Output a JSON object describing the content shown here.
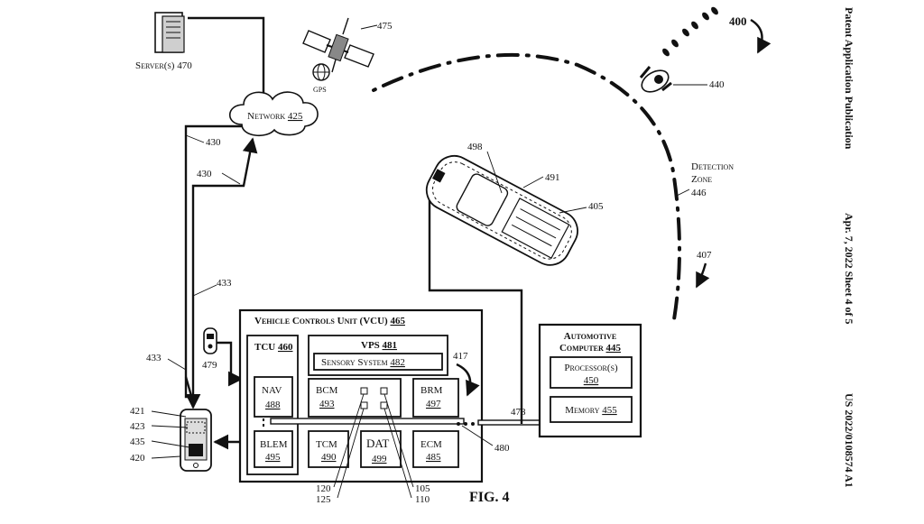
{
  "figure": {
    "fig_label": "FIG. 4",
    "system_ref": "400",
    "server": {
      "name": "Server(s)",
      "ref": "470"
    },
    "satellite_ref": "475",
    "gps_label": "GPS",
    "network": {
      "name": "Network",
      "ref": "425"
    },
    "link_refs": {
      "a": "430",
      "b": "430",
      "c": "433",
      "d": "433"
    },
    "vehicle_refs": {
      "car": "405",
      "roof": "498",
      "sensor": "491"
    },
    "user_ref": "440",
    "detection_zone": {
      "line1": "Detection",
      "line2": "Zone",
      "ref": "446"
    },
    "zone_arrow_ref": "407",
    "fob_ref": "479",
    "phone_refs": {
      "r421": "421",
      "r423": "423",
      "r435": "435",
      "r420": "420"
    },
    "vcu": {
      "name": "Vehicle Controls Unit (VCU)",
      "ref": "465"
    },
    "tcu": {
      "name": "TCU",
      "ref": "460"
    },
    "vps": {
      "name": "VPS",
      "ref": "481"
    },
    "sensory": {
      "name": "Sensory System",
      "ref": "482"
    },
    "arrow_ref": "417",
    "modules": {
      "nav": {
        "name": "NAV",
        "ref": "488"
      },
      "blem": {
        "name": "BLEM",
        "ref": "495"
      },
      "bcm": {
        "name": "BCM",
        "ref": "493"
      },
      "brm": {
        "name": "BRM",
        "ref": "497"
      },
      "tcm": {
        "name": "TCM",
        "ref": "490"
      },
      "dat": {
        "name": "DAT",
        "ref": "499"
      },
      "ecm": {
        "name": "ECM",
        "ref": "485"
      }
    },
    "bus_refs": {
      "r478": "478",
      "r480": "480"
    },
    "chip_refs": {
      "r120": "120",
      "r125": "125",
      "r105": "105",
      "r110": "110"
    },
    "computer": {
      "line1": "Automotive",
      "line2": "Computer",
      "ref": "445"
    },
    "processor": {
      "name": "Processor(s)",
      "ref": "450"
    },
    "memory": {
      "name": "Memory",
      "ref": "455"
    }
  },
  "sidebar": {
    "publication": "Patent Application Publication",
    "date_sheet": "Apr. 7, 2022   Sheet 4 of 5",
    "number": "US 2022/0108574 A1"
  }
}
